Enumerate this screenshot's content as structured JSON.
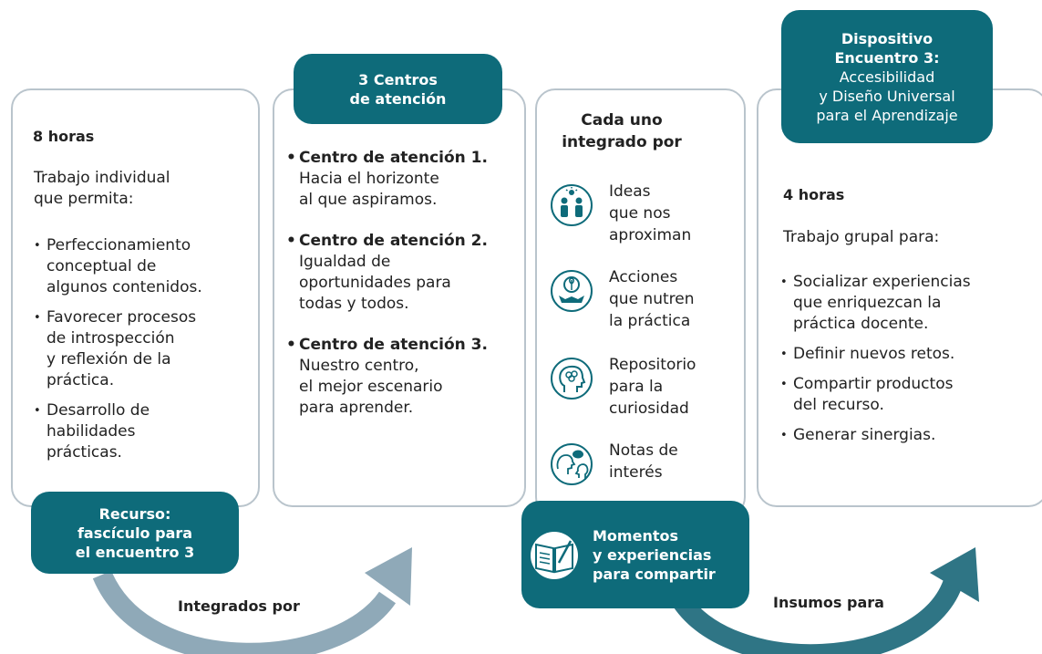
{
  "col1": {
    "hours": "8 horas",
    "intro_lines": [
      "Trabajo individual",
      "que permita:"
    ],
    "bullets": [
      [
        "Perfeccionamiento",
        "conceptual de",
        "algunos contenidos."
      ],
      [
        "Favorecer procesos",
        "de introspección",
        "y reflexión de la",
        "práctica."
      ],
      [
        "Desarrollo de",
        "habilidades",
        "prácticas."
      ]
    ],
    "resource_tab": [
      "Recurso:",
      "fascículo para",
      "el encuentro 3"
    ]
  },
  "col2": {
    "tab": [
      "3 Centros",
      "de atención"
    ],
    "centros": [
      {
        "title": "Centro de atención 1.",
        "lines": [
          "Hacia el horizonte",
          "al que aspiramos."
        ]
      },
      {
        "title": "Centro de atención 2.",
        "lines": [
          "Igualdad de",
          "oportunidades para",
          "todas y todos."
        ]
      },
      {
        "title": "Centro de atención 3.",
        "lines": [
          "Nuestro centro,",
          "el mejor escenario",
          "para aprender."
        ]
      }
    ]
  },
  "col3": {
    "title": [
      "Cada uno",
      "integrado por"
    ],
    "items": [
      {
        "icon": "people-ideas-icon",
        "lines": [
          "Ideas",
          "que nos",
          "aproximan"
        ]
      },
      {
        "icon": "hands-plant-icon",
        "lines": [
          "Acciones",
          "que nutren",
          "la práctica"
        ]
      },
      {
        "icon": "head-brain-icon",
        "lines": [
          "Repositorio",
          "para la",
          "curiosidad"
        ]
      },
      {
        "icon": "chat-heads-icon",
        "lines": [
          "Notas de",
          "interés"
        ]
      }
    ],
    "moments_tab": [
      "Momentos",
      "y experiencias",
      "para compartir"
    ],
    "moments_icon": "book-pencil-icon"
  },
  "col4": {
    "tab_bold": [
      "Dispositivo",
      "Encuentro 3:"
    ],
    "tab_normal": [
      "Accesibilidad",
      "y Diseño Universal",
      "para el Aprendizaje"
    ],
    "hours": "4 horas",
    "intro": "Trabajo grupal para:",
    "bullets": [
      [
        "Socializar experiencias",
        "que enriquezcan la",
        "práctica docente."
      ],
      [
        "Definir nuevos retos."
      ],
      [
        "Compartir productos",
        "del recurso."
      ],
      [
        "Generar sinergias."
      ]
    ]
  },
  "arrows": {
    "label_1": "Integrados por",
    "label_2": "Insumos para",
    "color_1": "#8fa9b8",
    "color_2": "#2f7585"
  },
  "colors": {
    "teal": "#0e6b7a",
    "card_border": "#b9c4cc"
  }
}
